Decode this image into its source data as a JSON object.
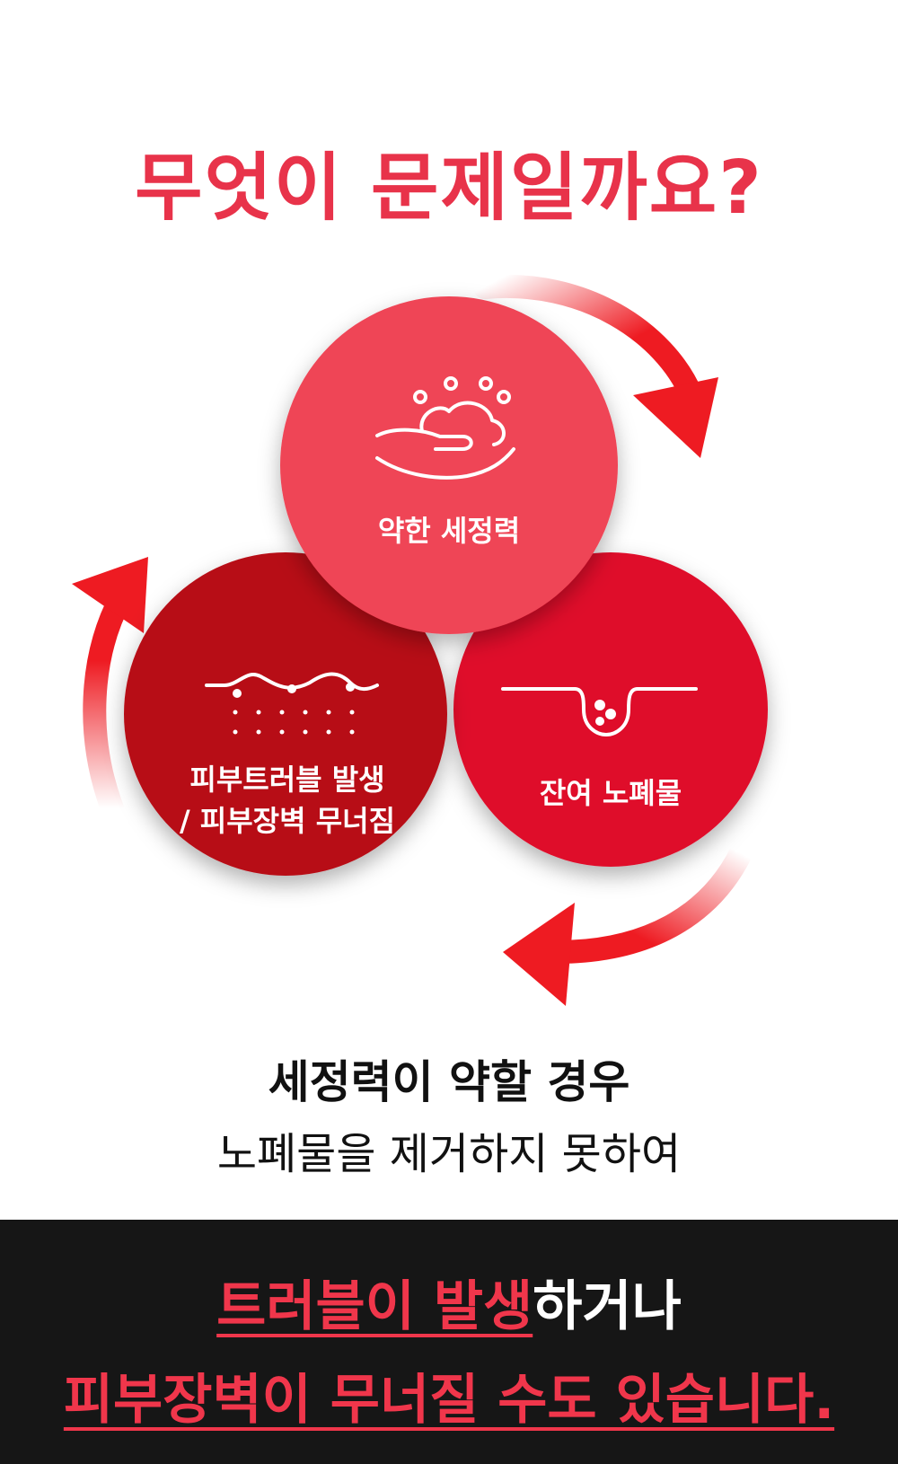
{
  "title": "무엇이 문제일까요?",
  "cycle": {
    "top_label": "약한 세정력",
    "right_label": "잔여 노폐물",
    "left_label_line1": "피부트러블 발생",
    "left_label_line2": "/ 피부장벽 무너짐"
  },
  "explanation": {
    "line1": "세정력이 약할 경우",
    "line2": "노폐물을 제거하지 못하여"
  },
  "conclusion": {
    "line1_highlight": "트러블이 발생",
    "line1_rest": "하거나",
    "line2_highlight": "피부장벽이 무너질 수도 있습니다."
  },
  "colors": {
    "title": "#e8334a",
    "circle_top": "#ef4456",
    "circle_right": "#df0e2b",
    "circle_left": "#b71119",
    "arrow": "#ee1b22",
    "footer_bg": "#161616"
  },
  "icons": [
    "foam-hand-icon",
    "pore-icon",
    "skin-layer-icon"
  ]
}
